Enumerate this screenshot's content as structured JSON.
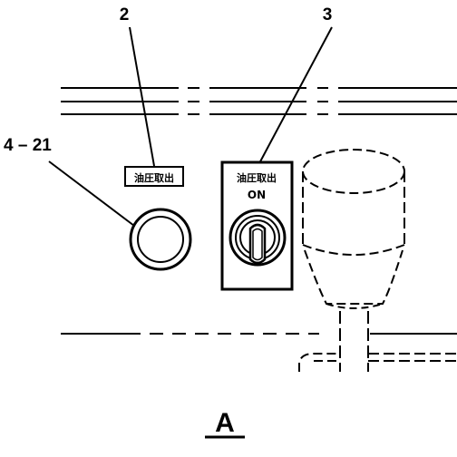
{
  "callouts": {
    "label_2": "2",
    "label_3": "3",
    "label_4_21": "4 – 21"
  },
  "plates": {
    "small_plate_text": "油圧取出",
    "switch_plate_text": "油圧取出",
    "switch_state": "ON"
  },
  "view_label": "A"
}
